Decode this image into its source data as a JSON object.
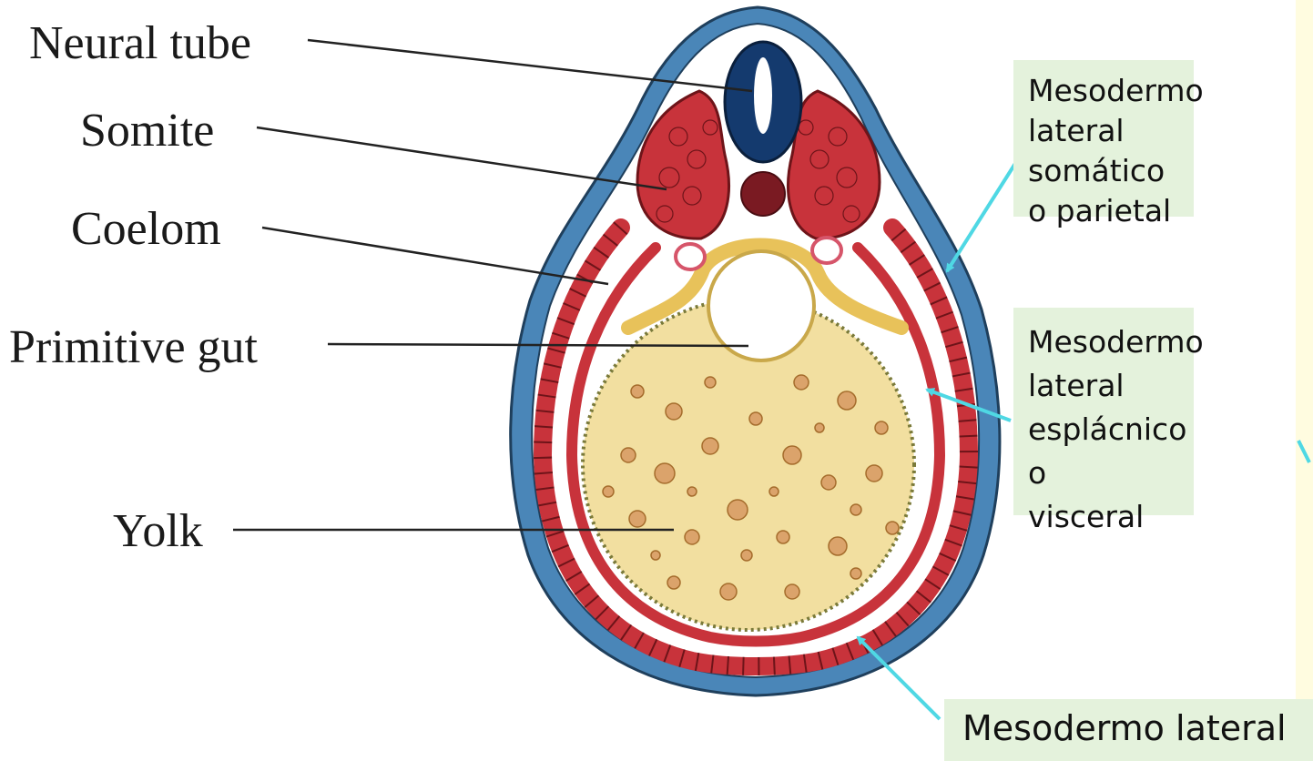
{
  "diagram": {
    "labels": {
      "neural_tube": "Neural tube",
      "somite": "Somite",
      "coelom": "Coelom",
      "primitive_gut": "Primitive gut",
      "yolk": "Yolk"
    },
    "callouts": {
      "somatic": [
        "Mesodermo",
        "lateral somático",
        "o parietal"
      ],
      "splanchnic": [
        "Mesodermo",
        "lateral",
        "esplácnico o",
        "visceral"
      ],
      "lateral": "Mesodermo lateral"
    },
    "colors": {
      "ectoderm_blue": "#4a86b8",
      "ectoderm_outline": "#1f3f5c",
      "neural_tube_navy": "#143a6e",
      "mesoderm_red": "#c8333b",
      "yolk_fill": "#f2dfa0",
      "yolk_granule": "#dba36b",
      "endoderm_yellow": "#e8c25a",
      "callout_box": "#e4f2dc",
      "arrow_cyan": "#4fd8e4",
      "leader_line": "#222222"
    }
  }
}
